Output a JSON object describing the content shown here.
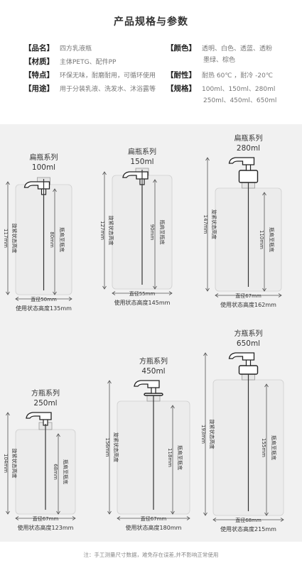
{
  "page_title": "产品规格与参数",
  "specs": {
    "name": {
      "label": "【品名】",
      "value": "四方乳液瓶"
    },
    "material": {
      "label": "【材质】",
      "value": "主体PETG、配件PP"
    },
    "feature": {
      "label": "【特点】",
      "value": "环保无味，耐磨耐用，可循环使用"
    },
    "usage": {
      "label": "【用途】",
      "value": "用于分装乳液、洗发水、沐浴露等"
    },
    "color": {
      "label": "【颜色】",
      "value": "透明、白色、透蓝、透粉",
      "value2": "墨绿、棕色"
    },
    "heat": {
      "label": "【耐性】",
      "value": "耐热 60℃ ，耐冷 -20℃"
    },
    "spec": {
      "label": "【规格】",
      "value": "100ml、150ml、280ml",
      "value2": "250ml、450ml、650ml"
    }
  },
  "bottles": [
    {
      "series": "扁瓶系列",
      "capacity": "100ml",
      "height_label": "117mm",
      "shoulder_label": "80mm",
      "height_caption": "旋紧状态高度",
      "shoulder_caption": "瓶肩至瓶底",
      "diameter": "直径50mm",
      "use_height": "使用状态高度135mm"
    },
    {
      "series": "扁瓶系列",
      "capacity": "150ml",
      "height_label": "127mm",
      "shoulder_label": "90mm",
      "height_caption": "旋紧状态高度",
      "shoulder_caption": "瓶肩至瓶底",
      "diameter": "直径55mm",
      "use_height": "使用状态高度145mm"
    },
    {
      "series": "扁瓶系列",
      "capacity": "280ml",
      "height_label": "147mm",
      "shoulder_label": "110mm",
      "height_caption": "旋紧状态高度",
      "shoulder_caption": "瓶肩至瓶底",
      "diameter": "直径67mm",
      "use_height": "使用状态高度162mm"
    },
    {
      "series": "方瓶系列",
      "capacity": "250ml",
      "height_label": "104mm",
      "shoulder_label": "68mm",
      "height_caption": "旋紧状态高度",
      "shoulder_caption": "瓶肩至瓶底",
      "diameter": "直径67mm",
      "use_height": "使用状态高度123mm"
    },
    {
      "series": "方瓶系列",
      "capacity": "450ml",
      "height_label": "156mm",
      "shoulder_label": "118mm",
      "height_caption": "旋紧状态高度",
      "shoulder_caption": "瓶肩至瓶底",
      "diameter": "直径67mm",
      "use_height": "使用状态高度180mm"
    },
    {
      "series": "方瓶系列",
      "capacity": "650ml",
      "height_label": "193mm",
      "shoulder_label": "155mm",
      "height_caption": "旋紧状态高度",
      "shoulder_caption": "瓶肩至瓶底",
      "diameter": "直径68mm",
      "use_height": "使用状态高度215mm"
    }
  ],
  "footer_note": "注：手工测量尺寸数据，难免存在误差,并不影响正常使用",
  "colors": {
    "panel_bg": "#f1f1f1",
    "bottle_fill": "#ececec",
    "line": "#555555"
  }
}
